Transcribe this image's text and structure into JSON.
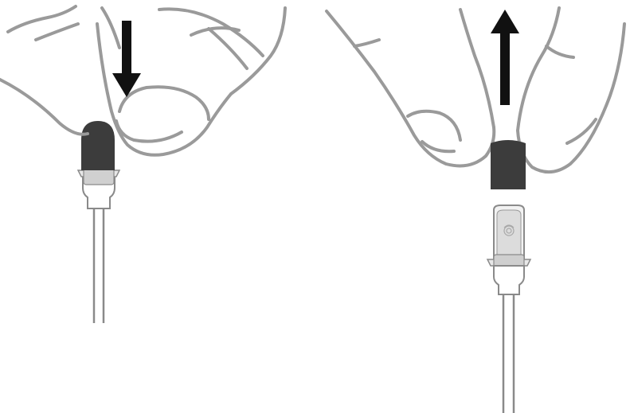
{
  "figure": {
    "panels": [
      {
        "id": "panel-left",
        "step": "press-cap-onto-sensor",
        "arrow_direction": "down"
      },
      {
        "id": "panel-right",
        "step": "pull-cap-off-sensor",
        "arrow_direction": "up"
      }
    ],
    "colors": {
      "hand_outline": "#9a9a9a",
      "hand_fill": "#ffffff",
      "arrow": "#111111",
      "cap_dark": "#3c3c3c",
      "sensor_light": "#cfcfcf",
      "cable": "#8a8a8a"
    },
    "icons": [
      "down-arrow-icon",
      "up-arrow-icon",
      "fingerprint-icon"
    ]
  }
}
